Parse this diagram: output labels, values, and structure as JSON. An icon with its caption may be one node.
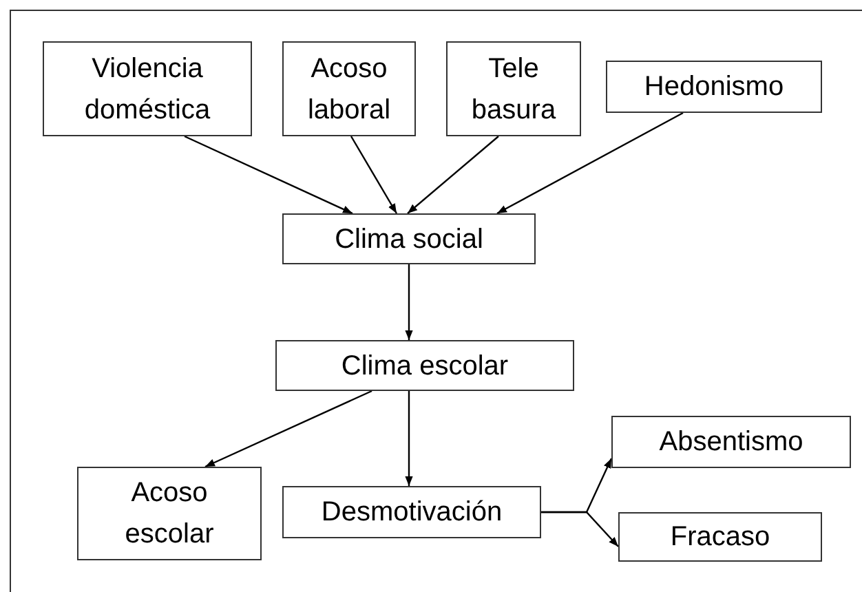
{
  "diagram": {
    "nodes": [
      {
        "text": [
          "Violencia doméstica"
        ]
      },
      {
        "text": [
          "Acoso laboral"
        ]
      },
      {
        "text": [
          "Tele basura"
        ]
      },
      {
        "text": [
          "Hedonismo"
        ]
      },
      {
        "text": [
          "Clima social"
        ]
      },
      {
        "text": [
          "Clima escolar"
        ]
      },
      {
        "text": [
          "Acoso escolar"
        ]
      },
      {
        "text": [
          "Desmotivación"
        ]
      },
      {
        "text": [
          "Absentismo"
        ]
      },
      {
        "text": [
          "Fracaso"
        ]
      }
    ],
    "edges": [
      {
        "from": 0,
        "to": 4,
        "arrow": "to"
      },
      {
        "from": 1,
        "to": 4,
        "arrow": "to"
      },
      {
        "from": 2,
        "to": 4,
        "arrow": "to"
      },
      {
        "from": 3,
        "to": 4,
        "arrow": "to"
      },
      {
        "from": 4,
        "to": 5,
        "arrow": "to"
      },
      {
        "from": 5,
        "to": 6,
        "arrow": "to"
      },
      {
        "from": 5,
        "to": 7,
        "arrow": "to"
      },
      {
        "from": 7,
        "to": 8,
        "arrow": "to"
      },
      {
        "from": 7,
        "to": 9,
        "arrow": "to"
      }
    ]
  }
}
